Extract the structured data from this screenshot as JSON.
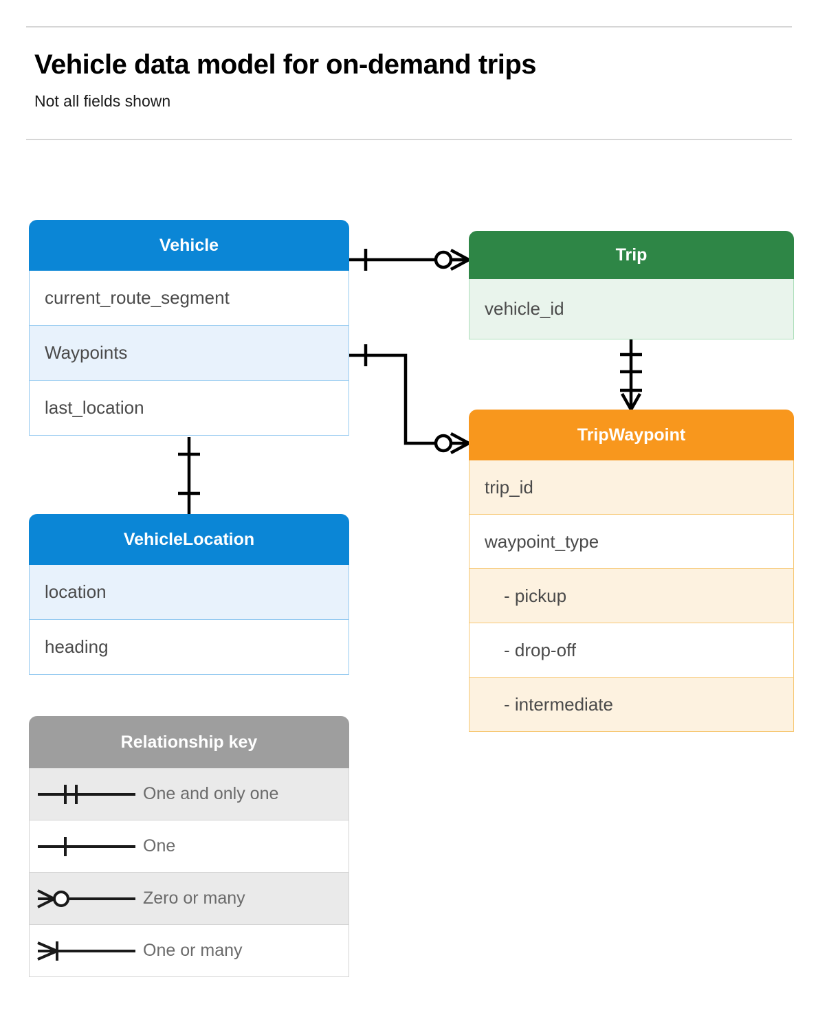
{
  "header": {
    "title": "Vehicle data model for on-demand trips",
    "subtitle": "Not all fields shown"
  },
  "colors": {
    "blue": "#0B86D6",
    "green": "#2E8646",
    "orange": "#F8971D",
    "grey": "#9E9E9E",
    "line": "#000000",
    "rule": "#D6D6D6"
  },
  "entities": {
    "vehicle": {
      "name": "Vehicle",
      "fields": [
        {
          "label": "current_route_segment",
          "highlight": false
        },
        {
          "label": "Waypoints",
          "highlight": true
        },
        {
          "label": "last_location",
          "highlight": false
        }
      ]
    },
    "trip": {
      "name": "Trip",
      "fields": [
        {
          "label": "vehicle_id",
          "highlight": true
        }
      ]
    },
    "tripwaypoint": {
      "name": "TripWaypoint",
      "fields": [
        {
          "label": "trip_id",
          "highlight": true,
          "indent": false
        },
        {
          "label": "waypoint_type",
          "highlight": false,
          "indent": false
        },
        {
          "label": "-  pickup",
          "highlight": true,
          "indent": true
        },
        {
          "label": "-  drop-off",
          "highlight": false,
          "indent": true
        },
        {
          "label": "-  intermediate",
          "highlight": true,
          "indent": true
        }
      ]
    },
    "vehiclelocation": {
      "name": "VehicleLocation",
      "fields": [
        {
          "label": "location",
          "highlight": true
        },
        {
          "label": "heading",
          "highlight": false
        }
      ]
    }
  },
  "legend": {
    "title": "Relationship key",
    "items": [
      {
        "symbol": "one-and-only-one",
        "label": "One and only one"
      },
      {
        "symbol": "one",
        "label": "One"
      },
      {
        "symbol": "zero-or-many",
        "label": "Zero or many"
      },
      {
        "symbol": "one-or-many",
        "label": "One or many"
      }
    ]
  },
  "relationships": [
    {
      "from": "Vehicle",
      "to": "Trip",
      "from_cardinality": "one",
      "to_cardinality": "zero-or-many"
    },
    {
      "from": "Vehicle.Waypoints",
      "to": "TripWaypoint",
      "from_cardinality": "one",
      "to_cardinality": "zero-or-many"
    },
    {
      "from": "Trip",
      "to": "TripWaypoint",
      "from_cardinality": "one-and-only-one",
      "to_cardinality": "one-or-many"
    },
    {
      "from": "Vehicle",
      "to": "VehicleLocation",
      "from_cardinality": "one",
      "to_cardinality": "one"
    }
  ]
}
